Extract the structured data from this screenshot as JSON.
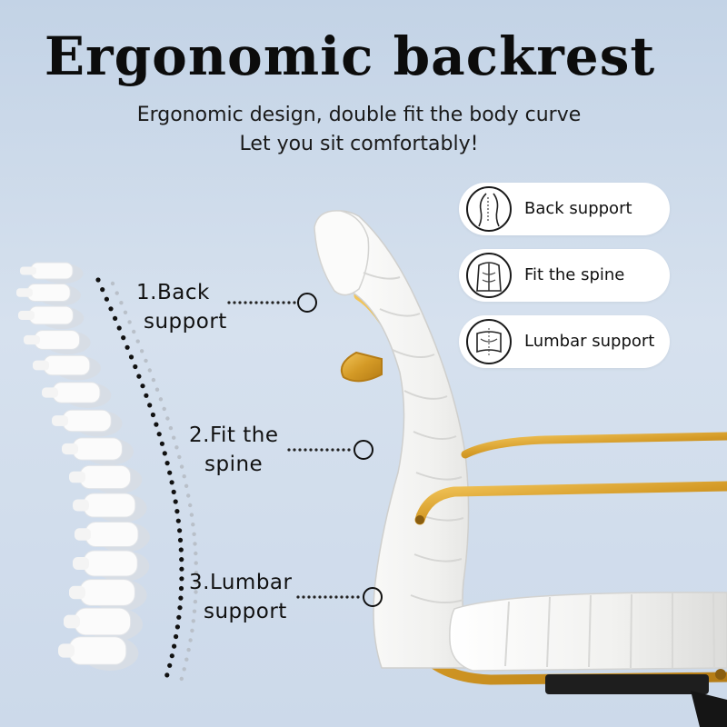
{
  "title": "Ergonomic backrest",
  "subtitle_lines": [
    "Ergonomic design, double fit the body curve",
    "Let you sit comfortably!"
  ],
  "callouts": [
    {
      "lines": [
        "1.Back",
        "support"
      ]
    },
    {
      "lines": [
        "2.Fit the",
        "spine"
      ]
    },
    {
      "lines": [
        "3.Lumbar",
        "support"
      ]
    }
  ],
  "features": [
    {
      "label": "Back support",
      "icon": "back-support-icon"
    },
    {
      "label": "Fit the spine",
      "icon": "spine-icon"
    },
    {
      "label": "Lumbar support",
      "icon": "lumbar-support-icon"
    }
  ],
  "colors": {
    "background": "#c9d7e8",
    "chair_white": "#f4f4f2",
    "frame_gold": "#d9a22e",
    "text": "#111111"
  }
}
